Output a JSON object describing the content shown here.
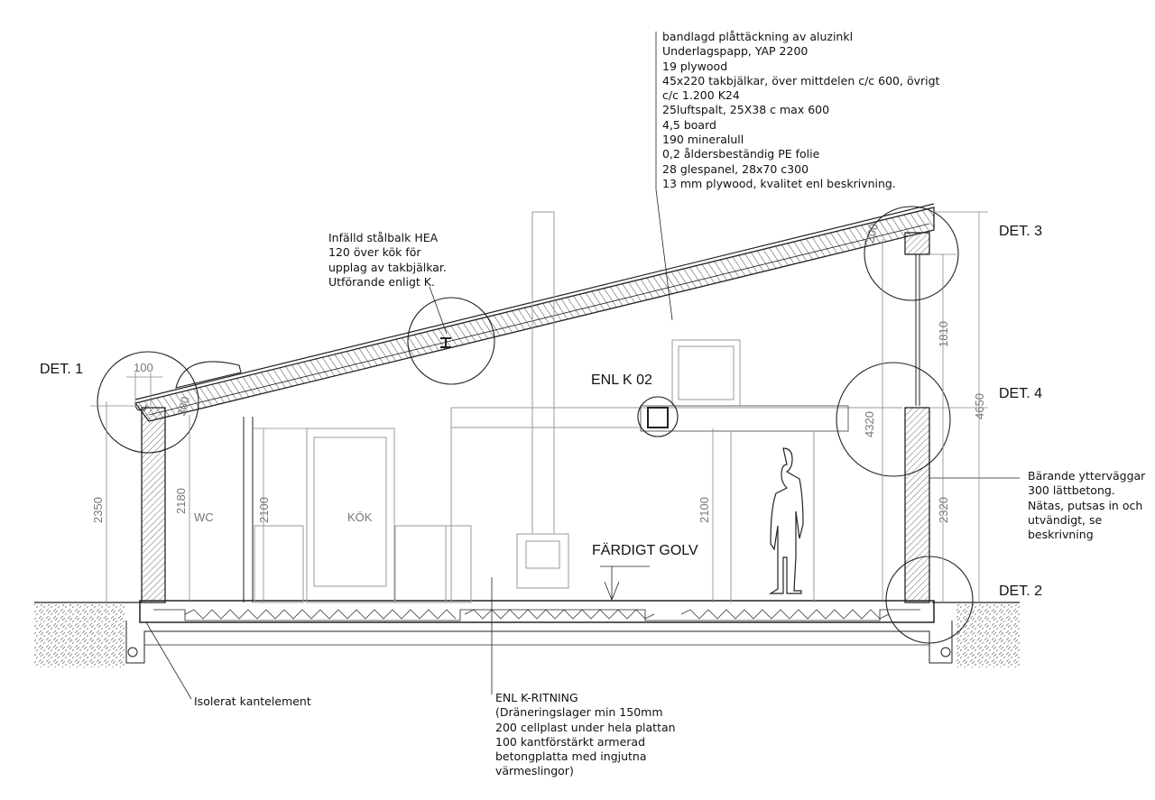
{
  "roof_note": {
    "lines": [
      "bandlagd plåttäckning av aluzinkl",
      "Underlagspapp, YAP 2200",
      "19 plywood",
      "45x220 takbjälkar, över mittdelen c/c 600, övrigt",
      "c/c 1.200 K24",
      "25luftspalt, 25X38 c max 600",
      "4,5 board",
      "190 mineralull",
      "0,2 åldersbeständig PE folie",
      "28 glespanel, 28x70 c300",
      "13 mm plywood, kvalitet enl beskrivning."
    ]
  },
  "beam_note": {
    "lines": [
      "Infälld stålbalk HEA",
      "120 över kök för",
      "upplag av takbjälkar.",
      "Utförande enligt K."
    ]
  },
  "wall_note": {
    "lines": [
      "Bärande ytterväggar",
      "300 lättbetong.",
      "Nätas, putsas in och",
      "utvändigt, se",
      "beskrivning"
    ]
  },
  "edge_note": "Isolerat kantelement",
  "slab_note": {
    "lines": [
      "ENL K-RITNING",
      "(Dräneringslager min 150mm",
      "200 cellplast under hela plattan",
      "100 kantförstärkt armerad",
      "betongplatta med ingjutna",
      "värmeslingor)"
    ]
  },
  "details": {
    "det1": "DET. 1",
    "det2": "DET. 2",
    "det3": "DET. 3",
    "det4": "DET. 4"
  },
  "enl_k02": "ENL K 02",
  "floor_label": "FÄRDIGT GOLV",
  "rooms": {
    "wc": "WC",
    "kok": "KÖK"
  },
  "dimensions": {
    "eave": "100",
    "roof_left": "300",
    "roof_right": "300",
    "left_2350": "2350",
    "left_2180": "2180",
    "wc_2100": "2100",
    "mid_2100": "2100",
    "right_4320": "4320",
    "right_1810": "1810",
    "right_2320": "2320",
    "right_4650": "4650"
  }
}
